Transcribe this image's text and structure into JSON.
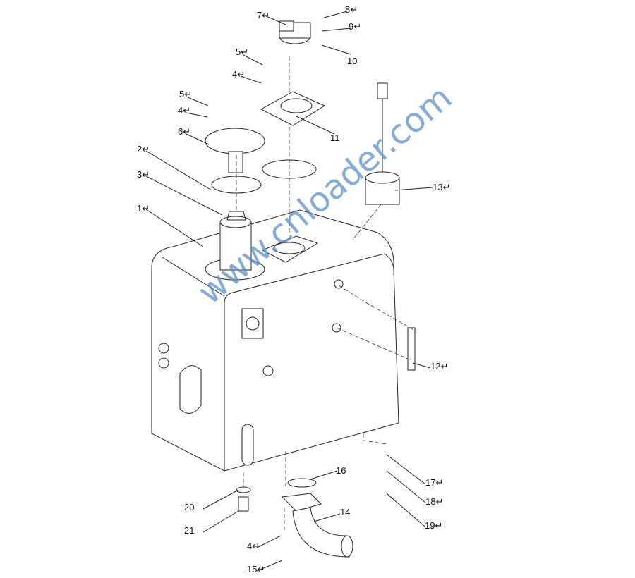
{
  "watermark": "www.cnloader.com",
  "callouts": [
    {
      "id": "7",
      "text": "7↵"
    },
    {
      "id": "8",
      "text": "8↵"
    },
    {
      "id": "9",
      "text": "9↵"
    },
    {
      "id": "10",
      "text": "10"
    },
    {
      "id": "5a",
      "text": "5↵"
    },
    {
      "id": "4a",
      "text": "4↵"
    },
    {
      "id": "5b",
      "text": "5↵"
    },
    {
      "id": "4b",
      "text": "4↵"
    },
    {
      "id": "6",
      "text": "6↵"
    },
    {
      "id": "11",
      "text": "11"
    },
    {
      "id": "2",
      "text": "2↵"
    },
    {
      "id": "3",
      "text": "3↵"
    },
    {
      "id": "1",
      "text": "1↵"
    },
    {
      "id": "13",
      "text": "13↵"
    },
    {
      "id": "12",
      "text": "12↵"
    },
    {
      "id": "16",
      "text": "16"
    },
    {
      "id": "17",
      "text": "17↵"
    },
    {
      "id": "18",
      "text": "18↵"
    },
    {
      "id": "20",
      "text": "20"
    },
    {
      "id": "21",
      "text": "21"
    },
    {
      "id": "14",
      "text": "14"
    },
    {
      "id": "19",
      "text": "19↵"
    },
    {
      "id": "4c",
      "text": "4↵"
    },
    {
      "id": "15",
      "text": "15↵"
    }
  ]
}
